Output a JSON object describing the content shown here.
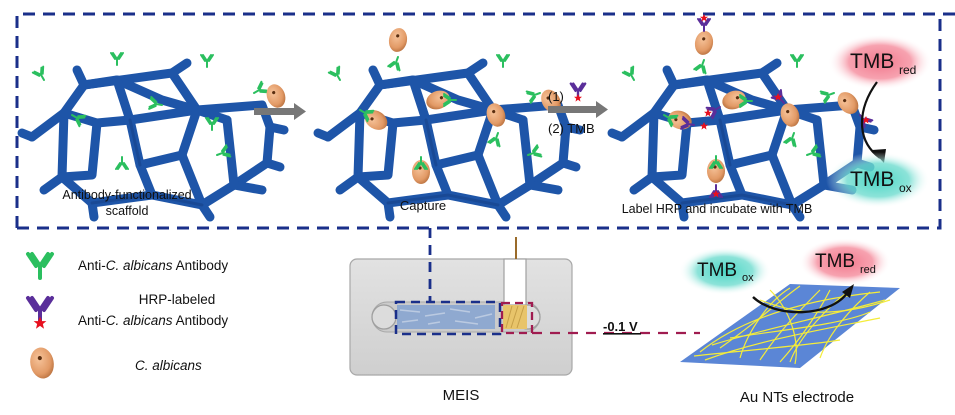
{
  "colors": {
    "scaffold": "#1e55a8",
    "scaffold_dark": "#153f84",
    "antibody": "#2bbf5f",
    "hrp_antibody": "#5a2e9a",
    "hrp_star": "#e8101e",
    "cell": "#e7a678",
    "cell_dark": "#6a3a12",
    "dash_blue": "#1a2f8a",
    "dash_red": "#a01c50",
    "tmb_red_glow": "#f48a9a",
    "tmb_ox_glow": "#5fd8c8",
    "electrode": "#5b86d6",
    "nanotube": "#f4ec3a",
    "chip": "#d6d6d6",
    "arrow_gray": "#777777"
  },
  "steps": [
    {
      "id": "scaffold",
      "caption_line1": "Antibody-functionalized",
      "caption_line2": "scaffold"
    },
    {
      "id": "capture",
      "caption": "Capture"
    },
    {
      "id": "label",
      "caption": "Label HRP and  incubate with TMB"
    }
  ],
  "step_arrow_2": {
    "label_1": "(1)",
    "label_2": "(2) TMB"
  },
  "tmb_top": {
    "red_base": "TMB",
    "red_sub": "red",
    "ox_base": "TMB",
    "ox_sub": "ox"
  },
  "tmb_bottom": {
    "ox_base": "TMB",
    "ox_sub": "ox",
    "red_base": "TMB",
    "red_sub": "red"
  },
  "legend": [
    {
      "icon": "antibody-icon",
      "line1_pre": "Anti-",
      "line1_italic": "C. albicans",
      "line1_post": " Antibody"
    },
    {
      "icon": "hrp-antibody-icon",
      "line0": "HRP-labeled",
      "line1_pre": "Anti-",
      "line1_italic": "C. albicans",
      "line1_post": " Antibody"
    },
    {
      "icon": "candida-cell-icon",
      "line1_italic": "C. albicans"
    }
  ],
  "device": {
    "label": "MEIS"
  },
  "potential": {
    "label": "-0.1 V"
  },
  "electrode": {
    "label": "Au NTs electrode"
  }
}
